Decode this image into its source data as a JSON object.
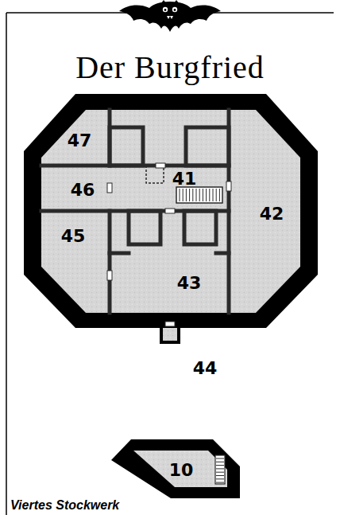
{
  "diagram": {
    "title": "Der Burgfried",
    "caption": "Viertes Stockwerk",
    "labels": [
      "47",
      "46",
      "41",
      "42",
      "45",
      "43",
      "44",
      "10"
    ]
  }
}
